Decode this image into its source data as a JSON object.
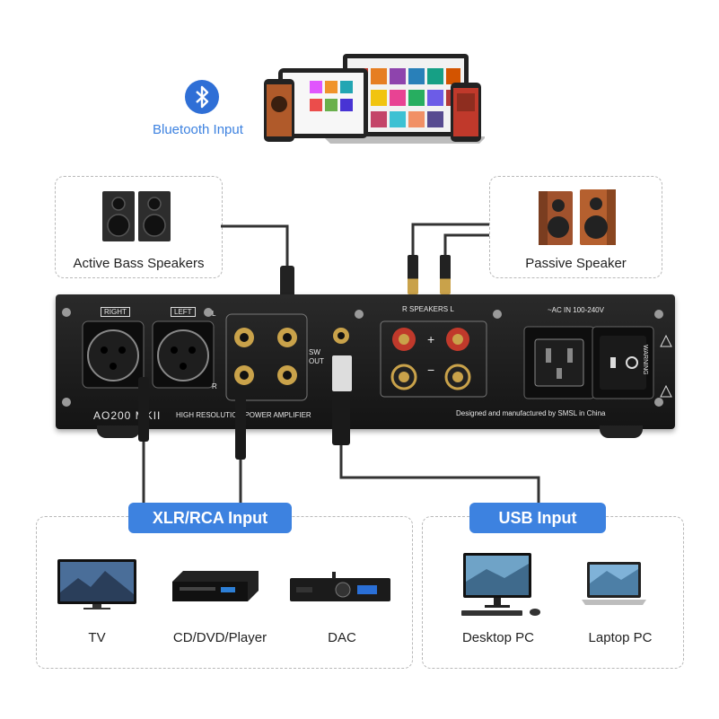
{
  "bluetooth": {
    "label": "Bluetooth Input",
    "icon": "bluetooth-icon"
  },
  "top_left_card": {
    "label": "Active Bass Speakers",
    "icon": "speakers-icon"
  },
  "top_right_card": {
    "label": "Passive Speaker",
    "icon": "speakers-icon"
  },
  "amplifier": {
    "right_label": "RIGHT",
    "left_label": "LEFT",
    "l_mark": "L",
    "r_mark": "R",
    "sw_out": "SW\nOUT",
    "speakers_label": "R  SPEAKERS  L",
    "plus": "+",
    "minus": "−",
    "ac_label": "~AC IN 100-240V",
    "model_text": "AO200 MKII",
    "tagline": "HIGH RESOLUTION POWER AMPLIFIER",
    "maker_text": "Designed and manufactured by SMSL in China",
    "warning": "WARNING"
  },
  "inputs": {
    "xlr_rca": {
      "label": "XLR/RCA Input",
      "devices": [
        {
          "label": "TV",
          "icon": "tv-icon"
        },
        {
          "label": "CD/DVD/Player",
          "icon": "dvd-player-icon"
        },
        {
          "label": "DAC",
          "icon": "dac-icon"
        }
      ]
    },
    "usb": {
      "label": "USB Input",
      "devices": [
        {
          "label": "Desktop PC",
          "icon": "desktop-pc-icon"
        },
        {
          "label": "Laptop PC",
          "icon": "laptop-icon"
        }
      ]
    }
  },
  "colors": {
    "accent": "#3d82e0",
    "amp_body": "#1b1b1b",
    "rca_gold": "#c9a24a",
    "speaker_red": "#c0392b"
  }
}
